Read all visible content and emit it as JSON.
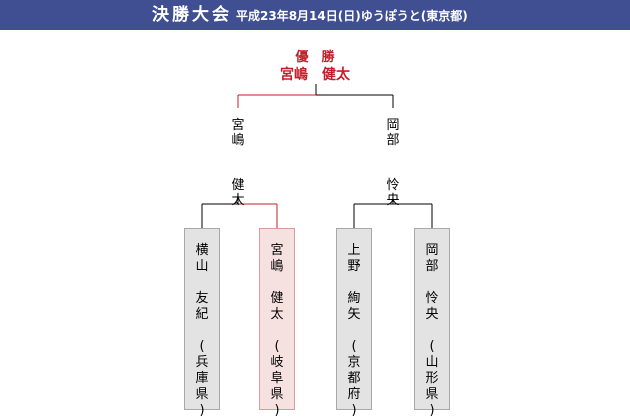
{
  "header": {
    "title": "決勝大会",
    "subtitle": "平成23年8月14日(日)ゆうぽうと(東京都)"
  },
  "winner": {
    "label": "優　勝",
    "name": "宮嶋　健太"
  },
  "semifinal": [
    {
      "name": "宮\n嶋\n\n\n健\n太"
    },
    {
      "name": "岡\n部\n\n\n怜\n央"
    }
  ],
  "players": [
    {
      "name": "横\n山\n\n友\n紀\n\n(\n兵\n庫\n県\n)",
      "champion": false
    },
    {
      "name": "宮\n嶋\n\n健\n太\n\n(\n岐\n阜\n県\n)",
      "champion": true
    },
    {
      "name": "上\n野\n\n絢\n矢\n\n(\n京\n都\n府\n)",
      "champion": false
    },
    {
      "name": "岡\n部\n\n怜\n央\n\n(\n山\n形\n県\n)",
      "champion": false
    }
  ],
  "colors": {
    "header_bg": "#3f4f92",
    "winner_text": "#c41e2b",
    "winner_line": "#c41e2b",
    "line": "#000000",
    "card_bg": "#e3e3e3",
    "champion_card_bg": "#f6e1e1"
  }
}
